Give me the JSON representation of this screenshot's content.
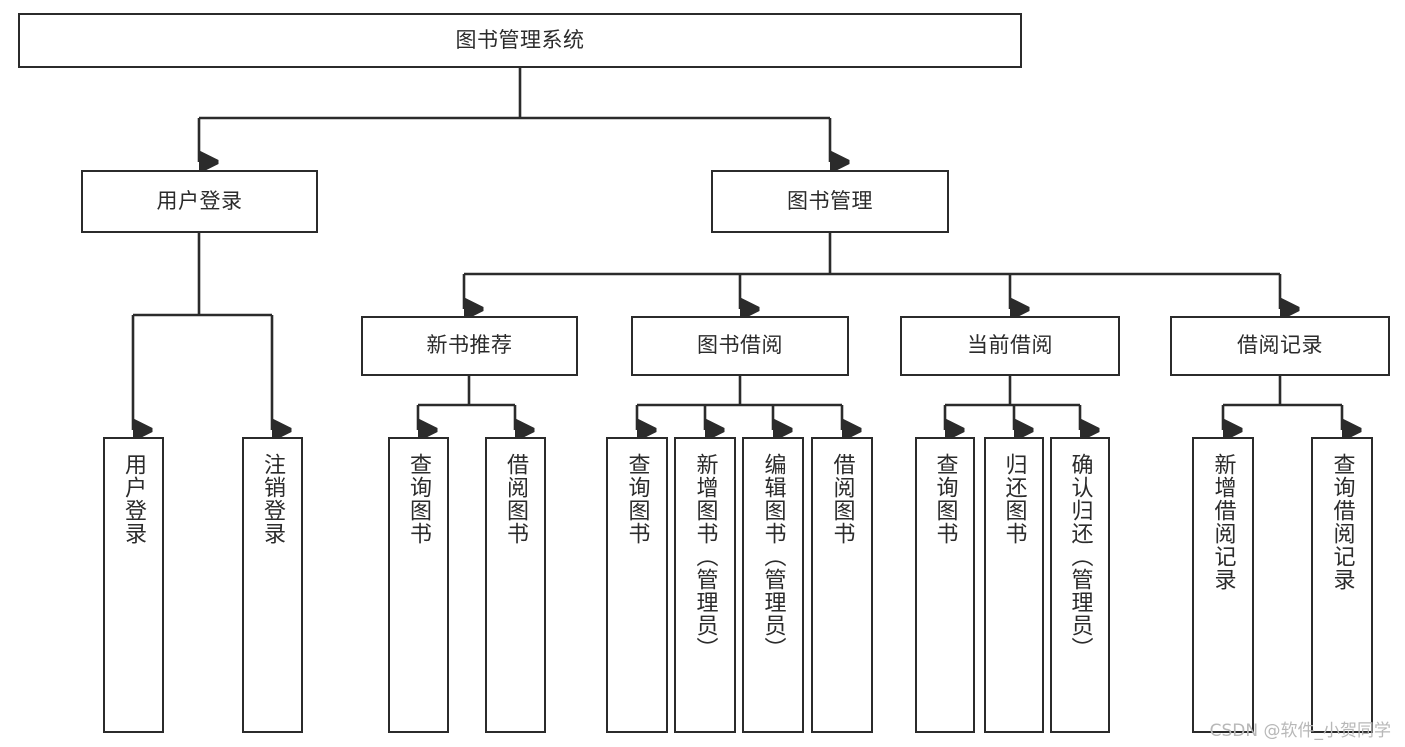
{
  "diagram": {
    "type": "tree",
    "title": "图书管理系统",
    "watermark": "CSDN @软件_小贺同学",
    "colors": {
      "stroke": "#2b2b2b",
      "fill": "#ffffff",
      "background": "#ffffff",
      "watermark": "#b8b8b8"
    },
    "nodes": {
      "root": {
        "label": "图书管理系统"
      },
      "l2": [
        {
          "id": "user-login",
          "label": "用户登录"
        },
        {
          "id": "book-manage",
          "label": "图书管理"
        }
      ],
      "l3": [
        {
          "id": "new-book-recommend",
          "label": "新书推荐"
        },
        {
          "id": "book-borrow",
          "label": "图书借阅"
        },
        {
          "id": "current-borrow",
          "label": "当前借阅"
        },
        {
          "id": "borrow-record",
          "label": "借阅记录"
        }
      ],
      "l4": [
        {
          "id": "leaf-user-login",
          "label": "用户登录"
        },
        {
          "id": "leaf-user-logout",
          "label": "注销登录"
        },
        {
          "id": "leaf-query-book-1",
          "label": "查询图书"
        },
        {
          "id": "leaf-borrow-book-1",
          "label": "借阅图书"
        },
        {
          "id": "leaf-query-book-2",
          "label": "查询图书"
        },
        {
          "id": "leaf-add-book",
          "label": "新增图书（管理员）"
        },
        {
          "id": "leaf-edit-book",
          "label": "编辑图书（管理员）"
        },
        {
          "id": "leaf-borrow-book-2",
          "label": "借阅图书"
        },
        {
          "id": "leaf-query-book-3",
          "label": "查询图书"
        },
        {
          "id": "leaf-return-book",
          "label": "归还图书"
        },
        {
          "id": "leaf-confirm-return",
          "label": "确认归还（管理员）"
        },
        {
          "id": "leaf-add-borrow-record",
          "label": "新增借阅记录"
        },
        {
          "id": "leaf-query-borrow-record",
          "label": "查询借阅记录"
        }
      ]
    }
  }
}
